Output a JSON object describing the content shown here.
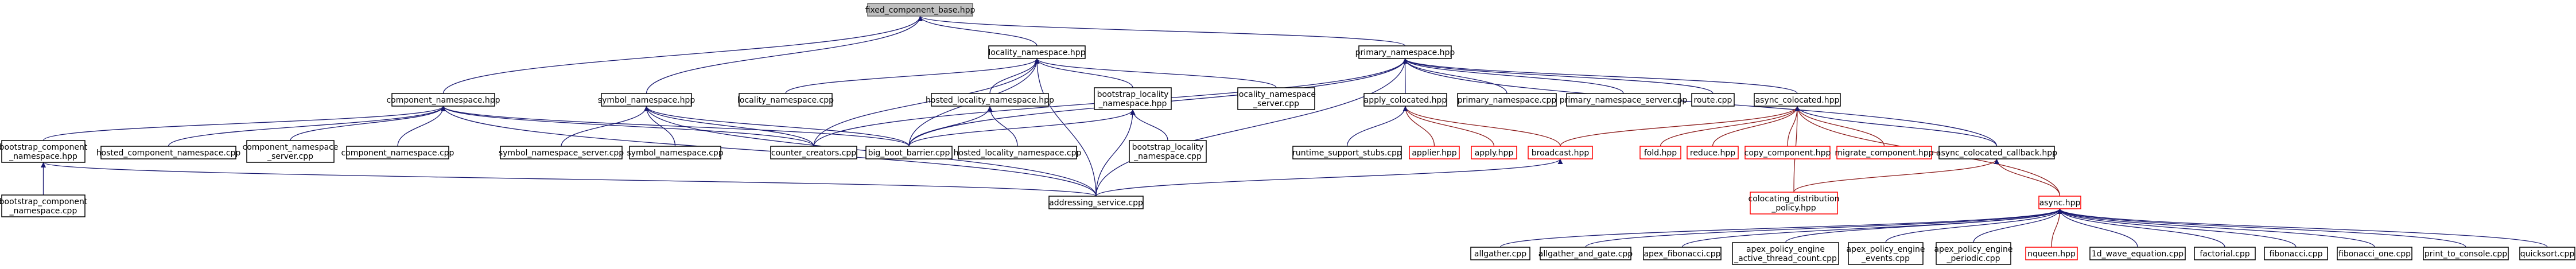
{
  "graph": {
    "colors": {
      "edge": "#191970",
      "edge_alt": "#7f7f7f",
      "edge_red": "#8b1a1a",
      "node_border": "#000000",
      "node_border_red": "#ff0000",
      "root_fill": "#bfbfbf"
    },
    "nodes": [
      {
        "id": "root",
        "lines": [
          "fixed_component_base.hpp"
        ],
        "variant": "root"
      },
      {
        "id": "locality_namespace_hpp",
        "lines": [
          "locality_namespace.hpp"
        ]
      },
      {
        "id": "primary_namespace_hpp",
        "lines": [
          "primary_namespace.hpp"
        ]
      },
      {
        "id": "component_namespace_hpp",
        "lines": [
          "component_namespace.hpp"
        ]
      },
      {
        "id": "symbol_namespace_hpp",
        "lines": [
          "symbol_namespace.hpp"
        ]
      },
      {
        "id": "locality_namespace_cpp",
        "lines": [
          "locality_namespace.cpp"
        ]
      },
      {
        "id": "bootstrap_locality_namespace_hpp",
        "lines": [
          "bootstrap_locality",
          "_namespace.hpp"
        ]
      },
      {
        "id": "hosted_locality_namespace_hpp",
        "lines": [
          "hosted_locality_namespace.hpp"
        ]
      },
      {
        "id": "locality_namespace_server_cpp",
        "lines": [
          "locality_namespace",
          "_server.cpp"
        ]
      },
      {
        "id": "apply_colocated_hpp",
        "lines": [
          "apply_colocated.hpp"
        ]
      },
      {
        "id": "primary_namespace_cpp",
        "lines": [
          "primary_namespace.cpp"
        ]
      },
      {
        "id": "primary_namespace_server_cpp",
        "lines": [
          "primary_namespace_server.cpp"
        ]
      },
      {
        "id": "route_cpp",
        "lines": [
          "route.cpp"
        ]
      },
      {
        "id": "async_colocated_hpp",
        "lines": [
          "async_colocated.hpp"
        ]
      },
      {
        "id": "bootstrap_component_namespace_hpp",
        "lines": [
          "bootstrap_component",
          "_namespace.hpp"
        ]
      },
      {
        "id": "hosted_component_namespace_cpp",
        "lines": [
          "hosted_component_namespace.cpp"
        ]
      },
      {
        "id": "component_namespace_server_cpp",
        "lines": [
          "component_namespace",
          "_server.cpp"
        ]
      },
      {
        "id": "component_namespace_cpp",
        "lines": [
          "component_namespace.cpp"
        ]
      },
      {
        "id": "symbol_namespace_server_cpp",
        "lines": [
          "symbol_namespace_server.cpp"
        ]
      },
      {
        "id": "symbol_namespace_cpp",
        "lines": [
          "symbol_namespace.cpp"
        ]
      },
      {
        "id": "counter_creators_cpp",
        "lines": [
          "counter_creators.cpp"
        ]
      },
      {
        "id": "big_boot_barrier_cpp",
        "lines": [
          "big_boot_barrier.cpp"
        ]
      },
      {
        "id": "hosted_locality_namespace_cpp",
        "lines": [
          "hosted_locality_namespace.cpp"
        ]
      },
      {
        "id": "bootstrap_locality_namespace_cpp",
        "lines": [
          "bootstrap_locality",
          "_namespace.cpp"
        ]
      },
      {
        "id": "runtime_support_stubs_cpp",
        "lines": [
          "runtime_support_stubs.cpp"
        ]
      },
      {
        "id": "applier_hpp",
        "lines": [
          "applier.hpp"
        ],
        "variant": "red"
      },
      {
        "id": "apply_hpp",
        "lines": [
          "apply.hpp"
        ],
        "variant": "red"
      },
      {
        "id": "broadcast_hpp",
        "lines": [
          "broadcast.hpp"
        ],
        "variant": "red"
      },
      {
        "id": "fold_hpp",
        "lines": [
          "fold.hpp"
        ],
        "variant": "red"
      },
      {
        "id": "reduce_hpp",
        "lines": [
          "reduce.hpp"
        ],
        "variant": "red"
      },
      {
        "id": "copy_component_hpp",
        "lines": [
          "copy_component.hpp"
        ],
        "variant": "red"
      },
      {
        "id": "migrate_component_hpp",
        "lines": [
          "migrate_component.hpp"
        ],
        "variant": "red"
      },
      {
        "id": "async_colocated_callback_hpp",
        "lines": [
          "async_colocated_callback.hpp"
        ]
      },
      {
        "id": "bootstrap_component_namespace_cpp",
        "lines": [
          "bootstrap_component",
          "_namespace.cpp"
        ]
      },
      {
        "id": "addressing_service_cpp",
        "lines": [
          "addressing_service.cpp"
        ]
      },
      {
        "id": "colocating_distribution_policy_hpp",
        "lines": [
          "colocating_distribution",
          "_policy.hpp"
        ],
        "variant": "red"
      },
      {
        "id": "async_hpp",
        "lines": [
          "async.hpp"
        ],
        "variant": "red"
      },
      {
        "id": "allgather_cpp",
        "lines": [
          "allgather.cpp"
        ]
      },
      {
        "id": "allgather_and_gate_cpp",
        "lines": [
          "allgather_and_gate.cpp"
        ]
      },
      {
        "id": "apex_fibonacci_cpp",
        "lines": [
          "apex_fibonacci.cpp"
        ]
      },
      {
        "id": "apex_policy_engine_active_thread_count_cpp",
        "lines": [
          "apex_policy_engine",
          "_active_thread_count.cpp"
        ]
      },
      {
        "id": "apex_policy_engine_events_cpp",
        "lines": [
          "apex_policy_engine",
          "_events.cpp"
        ]
      },
      {
        "id": "apex_policy_engine_periodic_cpp",
        "lines": [
          "apex_policy_engine",
          "_periodic.cpp"
        ]
      },
      {
        "id": "nqueen_hpp",
        "lines": [
          "nqueen.hpp"
        ],
        "variant": "red"
      },
      {
        "id": "1d_wave_equation_cpp",
        "lines": [
          "1d_wave_equation.cpp"
        ]
      },
      {
        "id": "factorial_cpp",
        "lines": [
          "factorial.cpp"
        ]
      },
      {
        "id": "fibonacci_cpp",
        "lines": [
          "fibonacci.cpp"
        ]
      },
      {
        "id": "fibonacci_one_cpp",
        "lines": [
          "fibonacci_one.cpp"
        ]
      },
      {
        "id": "print_to_console_cpp",
        "lines": [
          "print_to_console.cpp"
        ]
      },
      {
        "id": "quicksort_cpp",
        "lines": [
          "quicksort.cpp"
        ]
      }
    ],
    "edges": [
      [
        "locality_namespace_hpp",
        "root"
      ],
      [
        "primary_namespace_hpp",
        "root"
      ],
      [
        "component_namespace_hpp",
        "root"
      ],
      [
        "symbol_namespace_hpp",
        "root"
      ],
      [
        "locality_namespace_cpp",
        "locality_namespace_hpp"
      ],
      [
        "bootstrap_locality_namespace_hpp",
        "locality_namespace_hpp"
      ],
      [
        "hosted_locality_namespace_hpp",
        "locality_namespace_hpp"
      ],
      [
        "locality_namespace_server_cpp",
        "locality_namespace_hpp"
      ],
      [
        "counter_creators_cpp",
        "locality_namespace_hpp"
      ],
      [
        "big_boot_barrier_cpp",
        "locality_namespace_hpp"
      ],
      [
        "addressing_service_cpp",
        "locality_namespace_hpp"
      ],
      [
        "apply_colocated_hpp",
        "primary_namespace_hpp"
      ],
      [
        "primary_namespace_cpp",
        "primary_namespace_hpp"
      ],
      [
        "primary_namespace_server_cpp",
        "primary_namespace_hpp"
      ],
      [
        "route_cpp",
        "primary_namespace_hpp"
      ],
      [
        "async_colocated_hpp",
        "primary_namespace_hpp"
      ],
      [
        "async_colocated_callback_hpp",
        "primary_namespace_hpp"
      ],
      [
        "big_boot_barrier_cpp",
        "primary_namespace_hpp"
      ],
      [
        "counter_creators_cpp",
        "primary_namespace_hpp"
      ],
      [
        "addressing_service_cpp",
        "primary_namespace_hpp"
      ],
      [
        "bootstrap_component_namespace_hpp",
        "component_namespace_hpp"
      ],
      [
        "hosted_component_namespace_cpp",
        "component_namespace_hpp"
      ],
      [
        "component_namespace_server_cpp",
        "component_namespace_hpp"
      ],
      [
        "component_namespace_cpp",
        "component_namespace_hpp"
      ],
      [
        "counter_creators_cpp",
        "component_namespace_hpp"
      ],
      [
        "big_boot_barrier_cpp",
        "component_namespace_hpp"
      ],
      [
        "addressing_service_cpp",
        "component_namespace_hpp"
      ],
      [
        "symbol_namespace_server_cpp",
        "symbol_namespace_hpp"
      ],
      [
        "symbol_namespace_cpp",
        "symbol_namespace_hpp"
      ],
      [
        "counter_creators_cpp",
        "symbol_namespace_hpp"
      ],
      [
        "big_boot_barrier_cpp",
        "symbol_namespace_hpp"
      ],
      [
        "addressing_service_cpp",
        "symbol_namespace_hpp"
      ],
      [
        "big_boot_barrier_cpp",
        "hosted_locality_namespace_hpp"
      ],
      [
        "hosted_locality_namespace_cpp",
        "hosted_locality_namespace_hpp"
      ],
      [
        "bootstrap_locality_namespace_cpp",
        "bootstrap_locality_namespace_hpp"
      ],
      [
        "addressing_service_cpp",
        "bootstrap_locality_namespace_hpp"
      ],
      [
        "big_boot_barrier_cpp",
        "bootstrap_locality_namespace_hpp"
      ],
      [
        "runtime_support_stubs_cpp",
        "apply_colocated_hpp"
      ],
      [
        "applier_hpp",
        "apply_colocated_hpp"
      ],
      [
        "apply_hpp",
        "apply_colocated_hpp"
      ],
      [
        "broadcast_hpp",
        "apply_colocated_hpp"
      ],
      [
        "broadcast_hpp",
        "async_colocated_hpp"
      ],
      [
        "fold_hpp",
        "async_colocated_hpp"
      ],
      [
        "reduce_hpp",
        "async_colocated_hpp"
      ],
      [
        "copy_component_hpp",
        "async_colocated_hpp"
      ],
      [
        "migrate_component_hpp",
        "async_colocated_hpp"
      ],
      [
        "async_colocated_callback_hpp",
        "async_colocated_hpp"
      ],
      [
        "colocating_distribution_policy_hpp",
        "async_colocated_hpp"
      ],
      [
        "async_hpp",
        "async_colocated_hpp"
      ],
      [
        "bootstrap_component_namespace_cpp",
        "bootstrap_component_namespace_hpp"
      ],
      [
        "addressing_service_cpp",
        "bootstrap_component_namespace_hpp"
      ],
      [
        "addressing_service_cpp",
        "broadcast_hpp"
      ],
      [
        "colocating_distribution_policy_hpp",
        "async_colocated_callback_hpp"
      ],
      [
        "async_hpp",
        "async_colocated_callback_hpp"
      ],
      [
        "allgather_cpp",
        "async_hpp"
      ],
      [
        "allgather_and_gate_cpp",
        "async_hpp"
      ],
      [
        "apex_fibonacci_cpp",
        "async_hpp"
      ],
      [
        "apex_policy_engine_active_thread_count_cpp",
        "async_hpp"
      ],
      [
        "apex_policy_engine_events_cpp",
        "async_hpp"
      ],
      [
        "apex_policy_engine_periodic_cpp",
        "async_hpp"
      ],
      [
        "nqueen_hpp",
        "async_hpp"
      ],
      [
        "1d_wave_equation_cpp",
        "async_hpp"
      ],
      [
        "factorial_cpp",
        "async_hpp"
      ],
      [
        "fibonacci_cpp",
        "async_hpp"
      ],
      [
        "fibonacci_one_cpp",
        "async_hpp"
      ],
      [
        "print_to_console_cpp",
        "async_hpp"
      ],
      [
        "quicksort_cpp",
        "async_hpp"
      ]
    ]
  }
}
